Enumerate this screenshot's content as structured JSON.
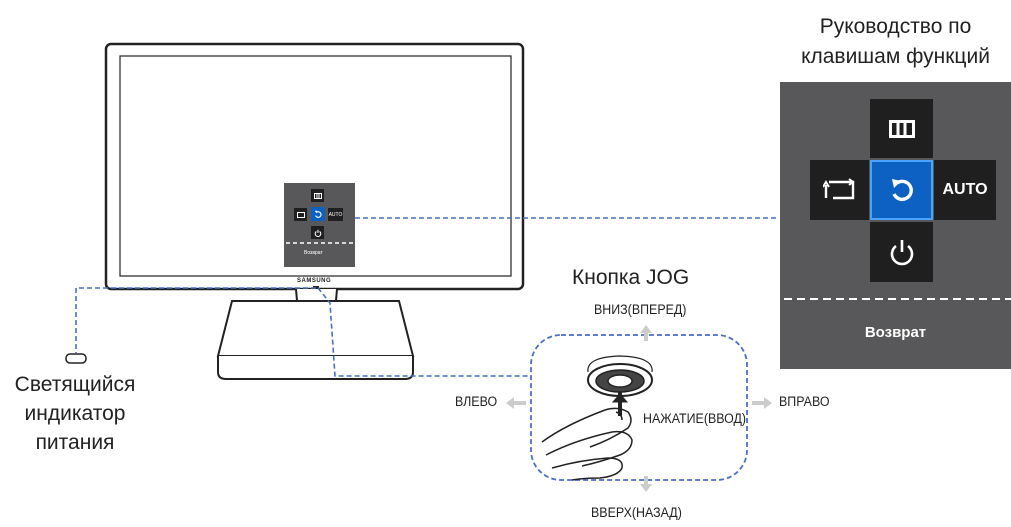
{
  "guide": {
    "title_line1": "Руководство по",
    "title_line2": "клавишам функций",
    "panel": {
      "buttons": [
        {
          "id": "menu",
          "icon": "menu-icon",
          "label": ""
        },
        {
          "id": "source",
          "icon": "source-icon",
          "label": ""
        },
        {
          "id": "return",
          "icon": "return-icon",
          "label": ""
        },
        {
          "id": "auto",
          "icon": "",
          "label": "AUTO"
        },
        {
          "id": "power",
          "icon": "power-icon",
          "label": ""
        }
      ],
      "selected": "return",
      "footer_label": "Возврат"
    }
  },
  "monitor": {
    "brand": "SAMSUNG",
    "mini_panel_footer": "Возврат",
    "mini_auto_label": "AUTO"
  },
  "power_indicator": {
    "line1": "Светящийся",
    "line2": "индикатор",
    "line3": "питания"
  },
  "jog": {
    "title": "Кнопка JOG",
    "up": "ВНИЗ(ВПЕРЕД)",
    "down": "ВВЕРХ(НАЗАД)",
    "left": "ВЛЕВО",
    "right": "ВПРАВО",
    "press": "НАЖАТИЕ(ВВОД)"
  },
  "colors": {
    "panel_bg": "#58585a",
    "button_bg": "#1f1f1f",
    "selected_bg": "#0c61c2",
    "dashed_line": "#4a6fc4",
    "arrow_gray": "#cccccc"
  }
}
